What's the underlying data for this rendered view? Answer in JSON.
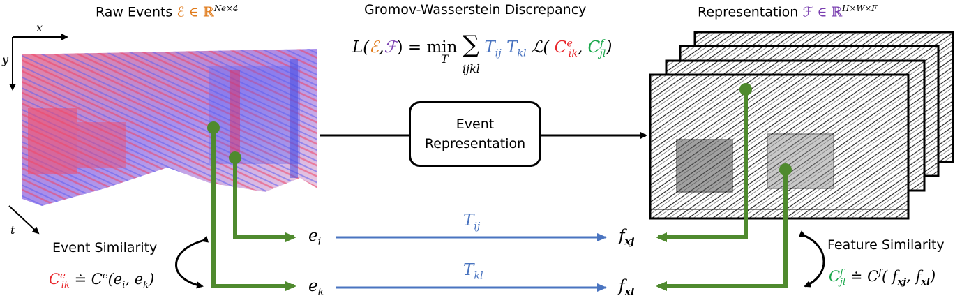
{
  "titles": {
    "raw_events": "Raw Events",
    "raw_events_math": "ℰ ∈ ℝ",
    "raw_events_sup": "Ne×4",
    "gw": "Gromov-Wasserstein Discrepancy",
    "representation": "Representation",
    "representation_math": "ℱ ∈ ℝ",
    "representation_sup": "H×W×F"
  },
  "equation": {
    "lhs": "L(",
    "E": "ℰ",
    "comma": ",",
    "F": "ℱ",
    "eq": ") = min",
    "min_sub": "T",
    "sum": "∑",
    "sum_sub": "ijkl",
    "T1": "T",
    "T1_sub": "ij",
    "T2": "T",
    "T2_sub": "kl",
    "loss": "ℒ(",
    "Ce": "C",
    "Ce_sup": "e",
    "Ce_sub": "ik",
    "Cf": "C",
    "Cf_sup": "f",
    "Cf_sub": "jl",
    "close": ")"
  },
  "axes": {
    "x": "x",
    "y": "y",
    "t": "t"
  },
  "box": {
    "line1": "Event",
    "line2": "Representation"
  },
  "nodes": {
    "ei": "e",
    "ei_sub": "i",
    "ek": "e",
    "ek_sub": "k",
    "fxj": "f",
    "fxj_sub": "xj",
    "fxl": "f",
    "fxl_sub": "xl"
  },
  "transport": {
    "Tij": "T",
    "Tij_sub": "ij",
    "Tkl": "T",
    "Tkl_sub": "kl"
  },
  "event_similarity": {
    "label": "Event Similarity",
    "C": "C",
    "C_sup": "e",
    "C_sub": "ik",
    "rhs": "≐ C",
    "rhs_sup": "e",
    "args": "(e",
    "arg1_sub": "i",
    "args2": ", e",
    "arg2_sub": "k",
    "args_close": ")"
  },
  "feature_similarity": {
    "label": "Feature Similarity",
    "C": "C",
    "C_sup": "f",
    "C_sub": "jl",
    "rhs": "≐ C",
    "rhs_sup": "f",
    "args": "( f",
    "arg1_sub": "xj",
    "args2": ", f",
    "arg2_sub": "xl",
    "args_close": ")"
  },
  "colors": {
    "green": "#4f8a2e",
    "blue": "#4a74c0",
    "orange": "#e07b1c",
    "purple": "#7a3fb0",
    "red": "#e8262b",
    "event_red": "#f0506e",
    "event_blue": "#6a6ef0"
  }
}
